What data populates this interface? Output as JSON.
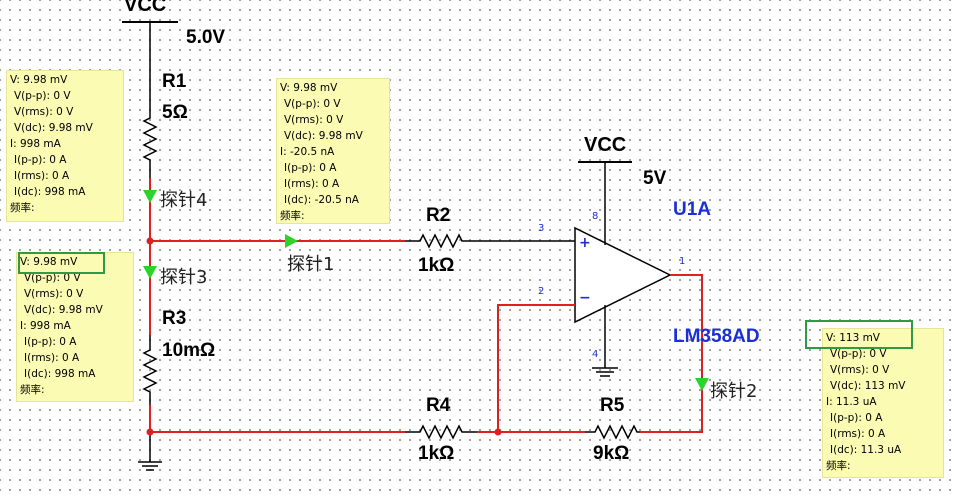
{
  "supply_top": {
    "net": "VCC",
    "value": "5.0V"
  },
  "supply_op": {
    "net": "VCC",
    "value": "5V"
  },
  "components": {
    "r1": {
      "ref": "R1",
      "value": "5Ω"
    },
    "r2": {
      "ref": "R2",
      "value": "1kΩ"
    },
    "r3": {
      "ref": "R3",
      "value": "10mΩ"
    },
    "r4": {
      "ref": "R4",
      "value": "1kΩ"
    },
    "r5": {
      "ref": "R5",
      "value": "9kΩ"
    },
    "u1": {
      "ref": "U1A",
      "part": "LM358AD"
    }
  },
  "pins": {
    "p1": "1",
    "p2": "2",
    "p3": "3",
    "p4": "4",
    "p8": "8",
    "plus": "+",
    "minus": "−"
  },
  "probes": {
    "p1": "探针1",
    "p2": "探针2",
    "p3": "探针3",
    "p4": "探针4"
  },
  "probe4_box": {
    "v": "V: 9.98 mV",
    "vpp": "V(p-p): 0 V",
    "vrms": "V(rms): 0 V",
    "vdc": "V(dc): 9.98 mV",
    "i": "I: 998 mA",
    "ipp": "I(p-p): 0 A",
    "irms": "I(rms): 0 A",
    "idc": "I(dc): 998 mA",
    "freq": "频率:"
  },
  "probe1_box": {
    "v": "V: 9.98 mV",
    "vpp": "V(p-p): 0 V",
    "vrms": "V(rms): 0 V",
    "vdc": "V(dc): 9.98 mV",
    "i": "I: -20.5 nA",
    "ipp": "I(p-p): 0 A",
    "irms": "I(rms): 0 A",
    "idc": "I(dc): -20.5 nA",
    "freq": "频率:"
  },
  "probe3_box": {
    "v": "V: 9.98 mV",
    "vpp": "V(p-p): 0 V",
    "vrms": "V(rms): 0 V",
    "vdc": "V(dc): 9.98 mV",
    "i": "I: 998 mA",
    "ipp": "I(p-p): 0 A",
    "irms": "I(rms): 0 A",
    "idc": "I(dc): 998 mA",
    "freq": "频率:"
  },
  "probe2_box": {
    "v": "V: 113 mV",
    "vpp": "V(p-p): 0 V",
    "vrms": "V(rms): 0 V",
    "vdc": "V(dc): 113 mV",
    "i": "I: 11.3 uA",
    "ipp": "I(p-p): 0 A",
    "irms": "I(rms): 0 A",
    "idc": "I(dc): 11.3 uA",
    "freq": "频率:"
  },
  "colors": {
    "wire": "#e02020",
    "highlight": "#2e9a45",
    "probe_arrow": "#2bd42b",
    "label_blue": "#1b2fd6",
    "tooltip_bg": "#fbfbb4"
  }
}
